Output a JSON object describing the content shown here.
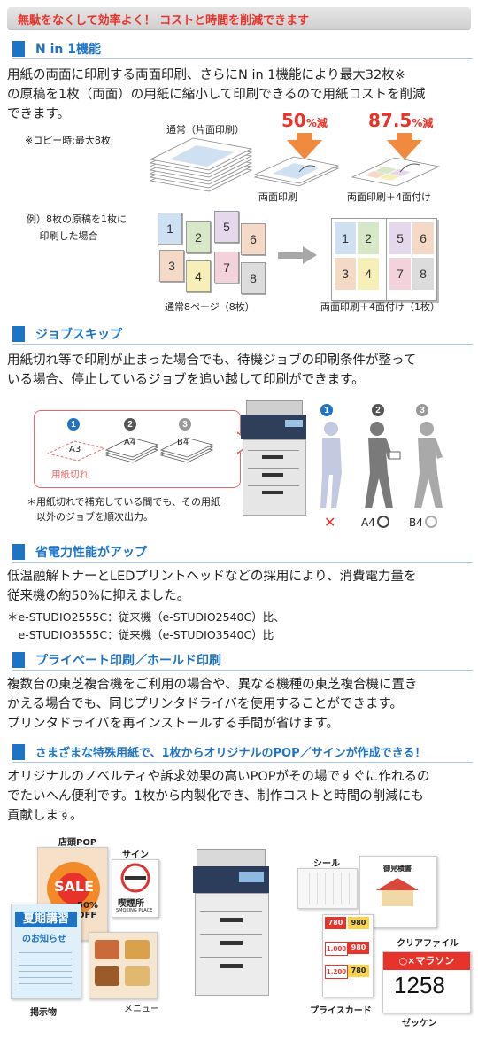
{
  "header": {
    "banner": "無駄をなくして効率よく！ コストと時間を削減できます"
  },
  "sections": {
    "nin1": {
      "title": "N in 1機能",
      "text": "用紙の両面に印刷する両面印刷、さらにN in 1機能により最大32枚※\nの原稿を1枚（両面）の用紙に縮小して印刷できるので用紙コストを削減\nできます。",
      "copy_note": "※コピー時:最大8枚",
      "normal_label": "通常（片面印刷）",
      "duplex_label": "両面印刷",
      "duplex4_label": "両面印刷＋4面付け",
      "pct50": "50",
      "pct875": "87.5",
      "pct_suffix": "%減",
      "example_label": "例）8枚の原稿を1枚に\n　 印刷した場合",
      "eight_pages_label": "通常8ページ（8枚）",
      "result_label": "両面印刷＋4面付け（1枚）",
      "pages": [
        "1",
        "2",
        "3",
        "4",
        "5",
        "6",
        "7",
        "8"
      ]
    },
    "jobskip": {
      "title": "ジョブスキップ",
      "text": "用紙切れ等で印刷が止まった場合でも、待機ジョブの印刷条件が整って\nいる場合、停止しているジョブを追い越して印刷ができます。",
      "nums": [
        "1",
        "2",
        "3"
      ],
      "paper_a3": "A3",
      "paper_a4": "A4",
      "paper_b4": "B4",
      "out_of_paper": "用紙切れ",
      "note": "＊用紙切れで補充している間でも、その用紙\n　以外のジョブを順次出力。",
      "status_x": "✕",
      "status_a4": "A4",
      "status_b4": "B4"
    },
    "power": {
      "title": "省電力性能がアップ",
      "text": "低温融解トナーとLEDプリントヘッドなどの採用により、消費電力量を\n従来機の約50%に抑えました。",
      "note1": "＊e-STUDIO2555C：従来機（e-STUDIO2540C）比、",
      "note2": "　e-STUDIO3555C：従来機（e-STUDIO3540C）比"
    },
    "private": {
      "title": "プライベート印刷／ホールド印刷",
      "text": "複数台の東芝複合機をご利用の場合や、異なる機種の東芝複合機に置き\nかえる場合でも、同じプリンタドライバを使用することができます。\nプリンタドライバを再インストールする手間が省けます。"
    },
    "special": {
      "title": "さまざまな特殊用紙で、1枚からオリジナルのPOP／サインが作成できる！",
      "text": "オリジナルのノベルティや訴求効果の高いPOPがその場ですぐに作れるの\nでたいへん便利です。1枚から内製化でき、制作コストと時間の削減にも\n貢献します。",
      "labels": {
        "store_pop": "店頭POP",
        "sign": "サイン",
        "display": "掲示物",
        "menu": "メニュー",
        "seal": "シール",
        "price_card": "プライスカード",
        "clear_file": "クリアファイル",
        "bib": "ゼッケン"
      },
      "pop_sale": "SALE",
      "pop_off": "50%\nOFF",
      "sign_text": "喫煙所",
      "sign_sub": "SMOKING PLACE",
      "notice_title": "夏期講習",
      "notice_sub": "のお知らせ",
      "estimate": "御見積書",
      "marathon": "○×マラソン",
      "bib_no": "1258",
      "prices": [
        "780",
        "980",
        "1,000",
        "1,200",
        "980",
        "780"
      ]
    }
  },
  "colors": {
    "accent": "#1f73c4",
    "red": "#e8332a",
    "orange": "#f08a3e"
  }
}
